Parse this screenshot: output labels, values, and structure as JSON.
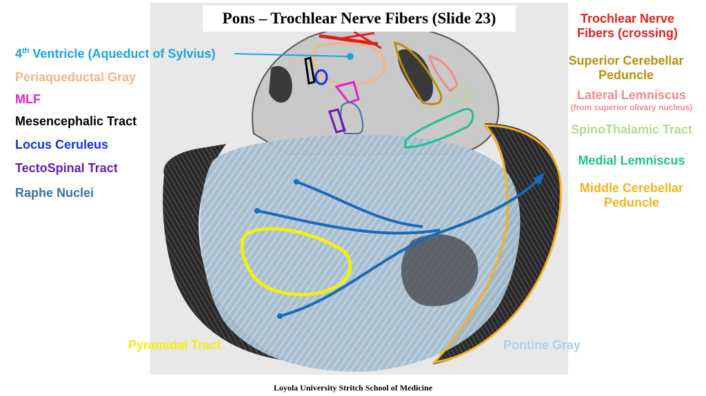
{
  "title": "Pons – Trochlear Nerve Fibers (Slide 23)",
  "footer": "Loyola University Stritch School of Medicine",
  "labels": {
    "ventricle_sup": "th",
    "ventricle_prefix": "4",
    "ventricle_rest": " Ventricle (Aqueduct of Sylvius)",
    "periaqueductal": "Periaqueductal Gray",
    "mlf": "MLF",
    "mesencephalic": "Mesencephalic Tract",
    "locus": "Locus Ceruleus",
    "tectospinal": "TectoSpinal Tract",
    "raphe": "Raphe Nuclei",
    "trochlear_1": "Trochlear Nerve",
    "trochlear_2": "Fibers (crossing)",
    "scp_1": "Superior Cerebellar",
    "scp_2": "Peduncle",
    "lateral_1": "Lateral Lemniscus",
    "lateral_2": "(from superior olivary nucleus)",
    "spinothalamic": "SpinoThalamic Tract",
    "medial": "Medial Lemniscus",
    "mcp_1": "Middle Cerebellar",
    "mcp_2": "Peduncle",
    "pyramidal": "Pyramidal Tract",
    "pontine": "Pontine Gray"
  },
  "colors": {
    "trochlear": "#e02020",
    "scp": "#b8900a",
    "lateral": "#f08a8a",
    "spinothalamic": "#b5d99c",
    "medial": "#1fbf8f",
    "mcp": "#f5b21f",
    "pyramidal": "#f2ef17",
    "pontine": "#b0cfe6",
    "ventricle": "#1aa3e0",
    "periaqueductal": "#f2b58a",
    "mlf": "#e020d0",
    "mesencephalic": "#000000",
    "locus": "#1a2ee0",
    "tectospinal": "#6a1ab0",
    "raphe": "#3f6f9e",
    "arrows": "#1a6ab8"
  }
}
